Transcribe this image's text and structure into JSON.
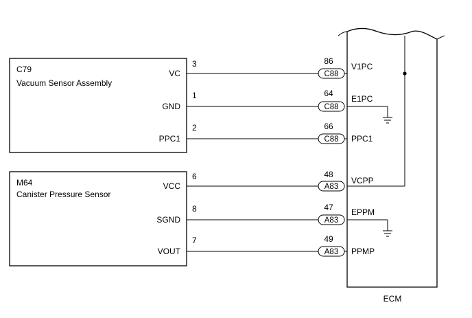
{
  "components": [
    {
      "code": "C79",
      "name": "Vacuum Sensor Assembly",
      "pins": [
        {
          "label": "VC",
          "pin": "3",
          "ecm_pin": "86",
          "connector": "C88",
          "ecm_label": "V1PC"
        },
        {
          "label": "GND",
          "pin": "1",
          "ecm_pin": "64",
          "connector": "C88",
          "ecm_label": "E1PC"
        },
        {
          "label": "PPC1",
          "pin": "2",
          "ecm_pin": "66",
          "connector": "C88",
          "ecm_label": "PPC1"
        }
      ]
    },
    {
      "code": "M64",
      "name": "Canister Pressure Sensor",
      "pins": [
        {
          "label": "VCC",
          "pin": "6",
          "ecm_pin": "48",
          "connector": "A83",
          "ecm_label": "VCPP"
        },
        {
          "label": "SGND",
          "pin": "8",
          "ecm_pin": "47",
          "connector": "A83",
          "ecm_label": "EPPM"
        },
        {
          "label": "VOUT",
          "pin": "7",
          "ecm_pin": "49",
          "connector": "A83",
          "ecm_label": "PPMP"
        }
      ]
    }
  ],
  "ecm": {
    "label": "ECM"
  }
}
